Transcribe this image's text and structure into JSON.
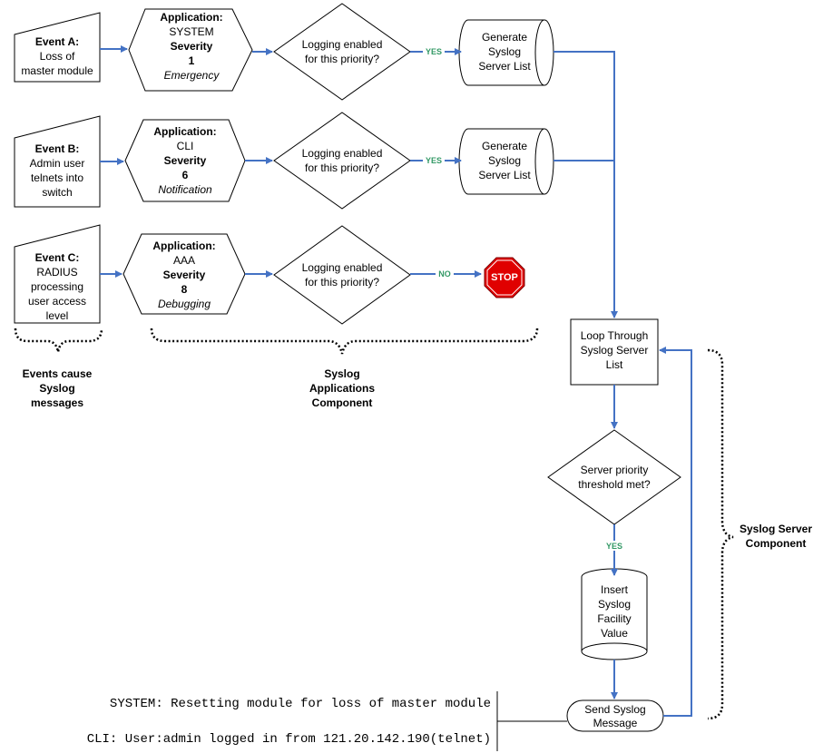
{
  "events": [
    {
      "lines": [
        "Event A:",
        "Loss of",
        "master module"
      ]
    },
    {
      "lines": [
        "Event B:",
        "Admin user",
        "telnets into",
        "switch"
      ]
    },
    {
      "lines": [
        "Event C:",
        "RADIUS",
        "processing",
        "user access",
        "level"
      ]
    }
  ],
  "apps": [
    {
      "app_label": "Application:",
      "app_name": "SYSTEM",
      "sev_label": "Severity",
      "sev_num": "1",
      "sev_name": "Emergency"
    },
    {
      "app_label": "Application:",
      "app_name": "CLI",
      "sev_label": "Severity",
      "sev_num": "6",
      "sev_name": "Notification"
    },
    {
      "app_label": "Application:",
      "app_name": "AAA",
      "sev_label": "Severity",
      "sev_num": "8",
      "sev_name": "Debugging"
    }
  ],
  "decisions": [
    {
      "lines": [
        "Logging enabled",
        "for this priority?"
      ]
    },
    {
      "lines": [
        "Logging enabled",
        "for this priority?"
      ]
    },
    {
      "lines": [
        "Logging enabled",
        "for this priority?"
      ]
    }
  ],
  "edge_labels": {
    "yes1": "YES",
    "yes2": "YES",
    "no": "NO",
    "yes3": "YES"
  },
  "generate": [
    {
      "lines": [
        "Generate",
        "Syslog",
        "Server List"
      ]
    },
    {
      "lines": [
        "Generate",
        "Syslog",
        "Server List"
      ]
    }
  ],
  "stop_sign": "STOP",
  "loop_box": {
    "lines": [
      "Loop Through",
      "Syslog Server",
      "List"
    ]
  },
  "threshold": {
    "lines": [
      "Server priority",
      "threshold met?"
    ]
  },
  "insert": {
    "lines": [
      "Insert",
      "Syslog",
      "Facility",
      "Value"
    ]
  },
  "send": {
    "lines": [
      "Send Syslog",
      "Message"
    ]
  },
  "captions": {
    "events": [
      "Events cause",
      "Syslog",
      "messages"
    ],
    "apps": [
      "Syslog",
      "Applications",
      "Component"
    ],
    "server": [
      "Syslog Server",
      "Component"
    ]
  },
  "output_lines": [
    "SYSTEM: Resetting module for loss of master module",
    "CLI: User:admin logged in from 121.20.142.190(telnet)"
  ],
  "colors": {
    "arrow": "#4472c4",
    "yes_label": "#339966",
    "stop": "#e00000"
  }
}
